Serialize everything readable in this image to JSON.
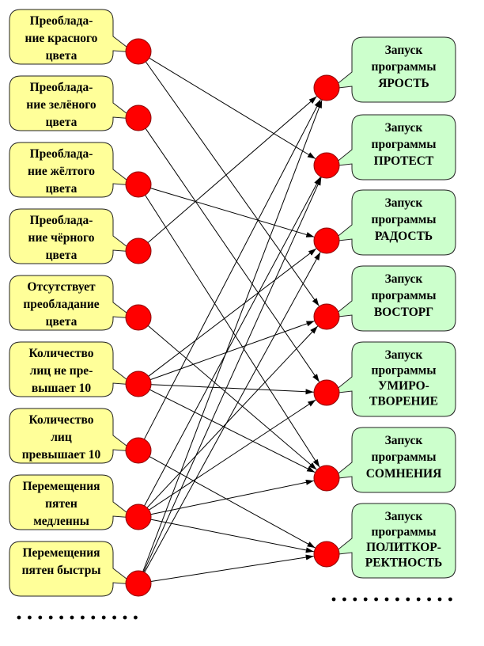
{
  "diagram": {
    "conditions": [
      {
        "lines": [
          "Преоблада-",
          "ние красного",
          "цвета"
        ]
      },
      {
        "lines": [
          "Преоблада-",
          "ние зелёного",
          "цвета"
        ]
      },
      {
        "lines": [
          "Преоблада-",
          "ние жёлтого",
          "цвета"
        ]
      },
      {
        "lines": [
          "Преоблада-",
          "ние чёрного",
          "цвета"
        ]
      },
      {
        "lines": [
          "Отсутствует",
          "преобладание",
          "цвета"
        ]
      },
      {
        "lines": [
          "Количество",
          "лиц не пре-",
          "вышает 10"
        ]
      },
      {
        "lines": [
          "Количество",
          "лиц",
          "превышает 10"
        ]
      },
      {
        "lines": [
          "Перемещения",
          "пятен",
          "медленны"
        ]
      },
      {
        "lines": [
          "Перемещения",
          "пятен быстры"
        ]
      }
    ],
    "programs": [
      {
        "lines": [
          "Запуск",
          "программы",
          "ЯРОСТЬ"
        ]
      },
      {
        "lines": [
          "Запуск",
          "программы",
          "ПРОТЕСТ"
        ]
      },
      {
        "lines": [
          "Запуск",
          "программы",
          "РАДОСТЬ"
        ]
      },
      {
        "lines": [
          "Запуск",
          "программы",
          "ВОСТОРГ"
        ]
      },
      {
        "lines": [
          "Запуск",
          "программы",
          "УМИРО-",
          "ТВОРЕНИЕ"
        ]
      },
      {
        "lines": [
          "Запуск",
          "программы",
          "СОМНЕНИЯ"
        ]
      },
      {
        "lines": [
          "Запуск",
          "программы",
          "ПОЛИТКОР-",
          "РЕКТНОСТЬ"
        ]
      }
    ],
    "connections": [
      {
        "from": 0,
        "to": 1
      },
      {
        "from": 0,
        "to": 3
      },
      {
        "from": 1,
        "to": 4
      },
      {
        "from": 2,
        "to": 2
      },
      {
        "from": 2,
        "to": 5
      },
      {
        "from": 3,
        "to": 0
      },
      {
        "from": 4,
        "to": 5
      },
      {
        "from": 5,
        "to": 2
      },
      {
        "from": 5,
        "to": 3
      },
      {
        "from": 5,
        "to": 4
      },
      {
        "from": 5,
        "to": 5
      },
      {
        "from": 6,
        "to": 0
      },
      {
        "from": 6,
        "to": 6
      },
      {
        "from": 7,
        "to": 1
      },
      {
        "from": 7,
        "to": 3
      },
      {
        "from": 7,
        "to": 4
      },
      {
        "from": 7,
        "to": 5
      },
      {
        "from": 7,
        "to": 6
      },
      {
        "from": 8,
        "to": 0
      },
      {
        "from": 8,
        "to": 1
      },
      {
        "from": 8,
        "to": 2
      },
      {
        "from": 8,
        "to": 6
      }
    ],
    "colors": {
      "condition_fill": "#FFFF99",
      "program_fill": "#CCFFCC",
      "node_dot": "#FF0000",
      "line": "#000000"
    }
  }
}
